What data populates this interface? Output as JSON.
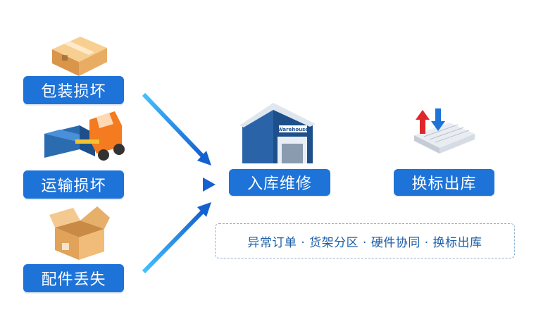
{
  "inputs": [
    {
      "label": "包装损坏",
      "icon": "box-icon"
    },
    {
      "label": "运输损坏",
      "icon": "forklift-icon"
    },
    {
      "label": "配件丢失",
      "icon": "open-box-icon"
    }
  ],
  "center": {
    "label": "入库维修",
    "icon": "warehouse-icon",
    "icon_text": "Warehouse"
  },
  "right": {
    "label": "换标出库",
    "icon": "shelf-exchange-icon"
  },
  "tags": "异常订单 · 货架分区 · 硬件协同 · 换标出库",
  "colors": {
    "label_bg": "#1e73d8",
    "arrow": "#1a7fe0",
    "dash_border": "#8fb2cf",
    "tag_text": "#1d5fa8"
  }
}
